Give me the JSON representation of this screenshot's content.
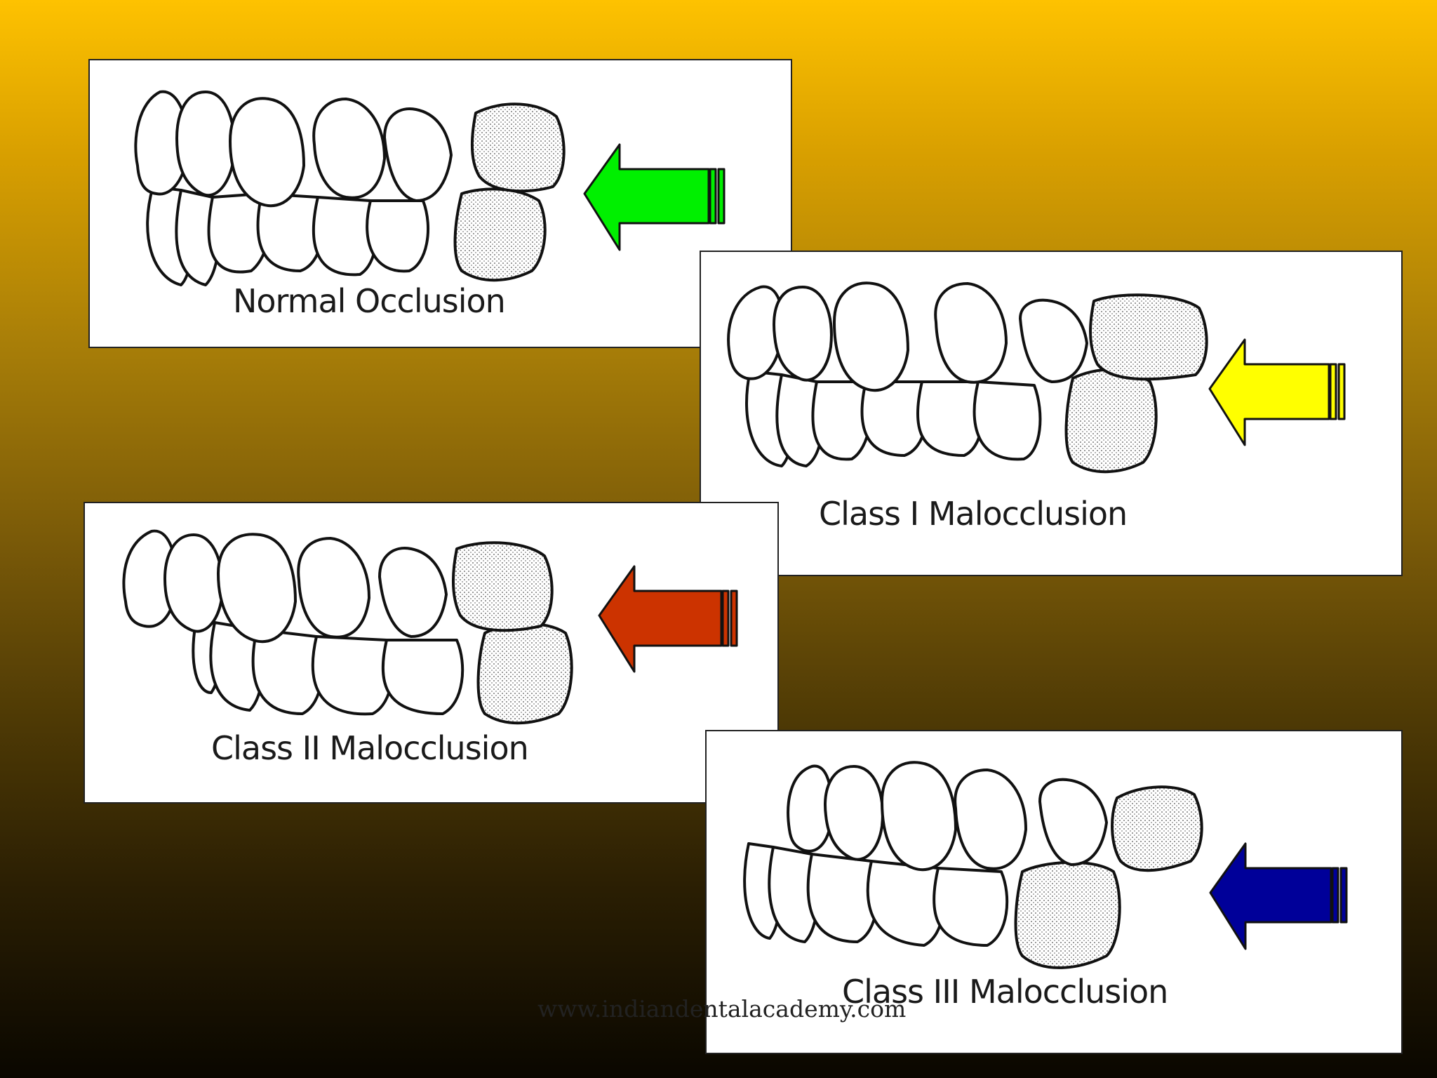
{
  "panels": [
    {
      "label": "Normal Occlusion",
      "arrow_color": "#00f000"
    },
    {
      "label": "Class I Malocclusion",
      "arrow_color": "#ffff00"
    },
    {
      "label": "Class II Malocclusion",
      "arrow_color": "#cc3300"
    },
    {
      "label": "Class III Malocclusion",
      "arrow_color": "#000099"
    }
  ],
  "watermark": "www.indiandentalacademy.com",
  "colors": {
    "molar_fill": "#e6e6e6",
    "outline": "#111111",
    "background_top": "#fec200",
    "background_bottom": "#0a0700"
  }
}
